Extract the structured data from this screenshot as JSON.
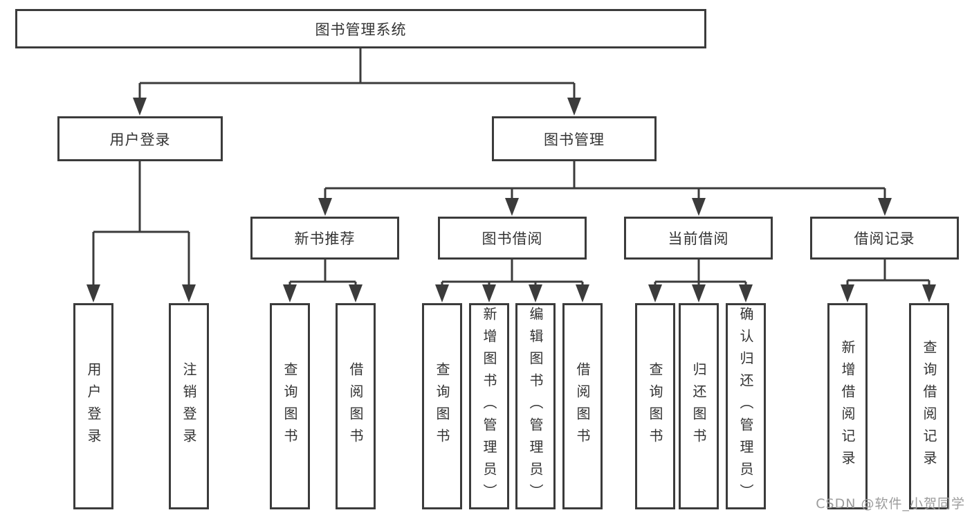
{
  "diagram": {
    "root": {
      "label": "图书管理系统"
    },
    "branches": [
      {
        "label": "用户登录"
      },
      {
        "label": "图书管理"
      }
    ],
    "modules": [
      {
        "label": "新书推荐",
        "parent": "图书管理"
      },
      {
        "label": "图书借阅",
        "parent": "图书管理"
      },
      {
        "label": "当前借阅",
        "parent": "图书管理"
      },
      {
        "label": "借阅记录",
        "parent": "图书管理"
      }
    ],
    "functions": [
      {
        "label": "用户登录",
        "parent": "用户登录"
      },
      {
        "label": "注销登录",
        "parent": "用户登录"
      },
      {
        "label": "查询图书",
        "parent": "新书推荐"
      },
      {
        "label": "借阅图书",
        "parent": "新书推荐"
      },
      {
        "label": "查询图书",
        "parent": "图书借阅"
      },
      {
        "label": "新增图书（管理员）",
        "parent": "图书借阅"
      },
      {
        "label": "编辑图书（管理员）",
        "parent": "图书借阅"
      },
      {
        "label": "借阅图书",
        "parent": "图书借阅"
      },
      {
        "label": "查询图书",
        "parent": "当前借阅"
      },
      {
        "label": "归还图书",
        "parent": "当前借阅"
      },
      {
        "label": "确认归还（管理员）",
        "parent": "当前借阅"
      },
      {
        "label": "新增借阅记录",
        "parent": "借阅记录"
      },
      {
        "label": "查询借阅记录",
        "parent": "借阅记录"
      }
    ],
    "watermark": "CSDN @软件_小贺同学",
    "colors": {
      "line": "#3b3b3b",
      "text": "#333333",
      "watermark": "#9c9c9c",
      "background": "#ffffff"
    }
  }
}
